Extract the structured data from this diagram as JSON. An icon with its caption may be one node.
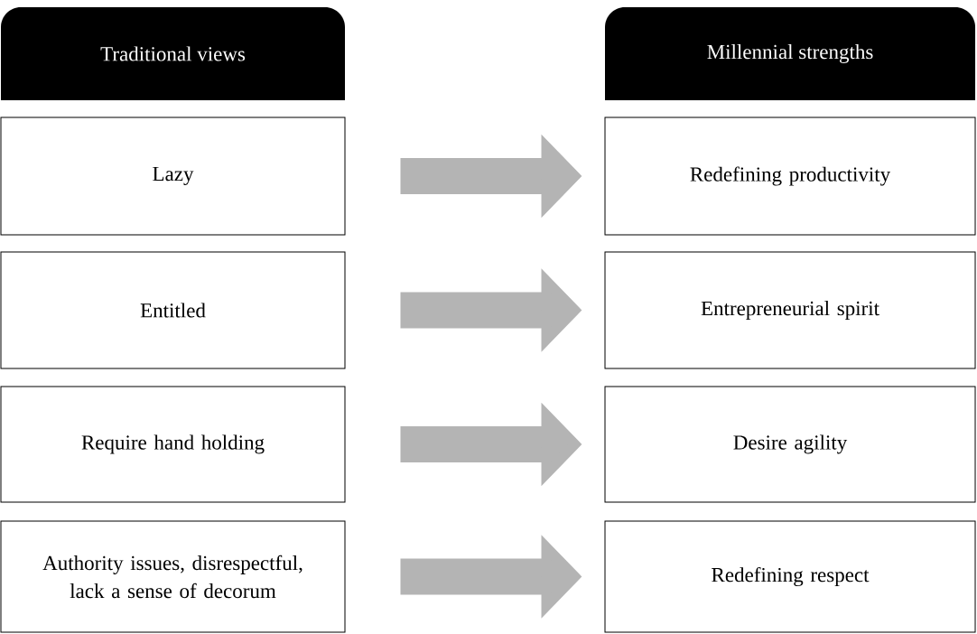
{
  "diagram": {
    "nodes": [
      {
        "text": [
          "Traditional views"
        ]
      },
      {
        "text": [
          "Millennial strengths"
        ]
      },
      {
        "text": [
          "Lazy"
        ]
      },
      {
        "text": [
          "Redefining productivity"
        ]
      },
      {
        "text": [
          "Entitled"
        ]
      },
      {
        "text": [
          "Entrepreneurial spirit"
        ]
      },
      {
        "text": [
          "Require hand holding"
        ]
      },
      {
        "text": [
          "Desire agility"
        ]
      },
      {
        "text": [
          "Authority issues, disrespectful, lack a sense of decorum"
        ]
      },
      {
        "text": [
          "Redefining respect"
        ]
      }
    ],
    "edges": [
      {
        "from": 2,
        "to": 3,
        "arrow": "to"
      },
      {
        "from": 4,
        "to": 5,
        "arrow": "to"
      },
      {
        "from": 6,
        "to": 7,
        "arrow": "to"
      },
      {
        "from": 8,
        "to": 9,
        "arrow": "to"
      }
    ]
  }
}
